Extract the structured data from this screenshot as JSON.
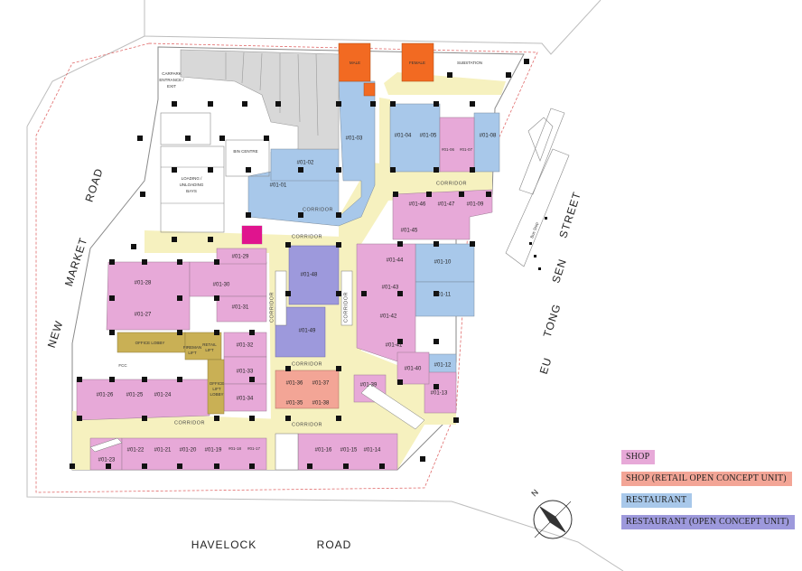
{
  "colors": {
    "shop": "#e7a9d8",
    "shop_open": "#f3a596",
    "restaurant": "#a8c8ea",
    "restaurant_open": "#9d99dc",
    "corridor": "#f6f1bf",
    "office": "#c9b055",
    "service_orange": "#f26a22",
    "accent_magenta": "#e0148e",
    "outline": "#b9b9b9",
    "text": "#222222"
  },
  "streets": {
    "new_market_road": [
      "NEW",
      "MARKET",
      "ROAD"
    ],
    "eu_tong_sen_street": [
      "EU",
      "TONG",
      "SEN",
      "STREET"
    ],
    "havelock_road": [
      "HAVELOCK",
      "ROAD"
    ]
  },
  "labels": {
    "carpark": [
      "CARPARK",
      "ENTRANCE /",
      "EXIT"
    ],
    "loading_bays": [
      "LOADING /",
      "UNLOADING",
      "BAYS"
    ],
    "bin_centre": "BIN CENTRE",
    "substation": "SUBSTATION",
    "male": "MALE",
    "female": "FEMALE",
    "office_lobby": "OFFICE LOBBY",
    "fireman_lift": [
      "FIREMAN",
      "LIFT"
    ],
    "retail_lift": [
      "RETAIL",
      "LIFT"
    ],
    "office_lift_lobby": [
      "OFFICE",
      "LIFT",
      "LOBBY"
    ],
    "fcc": "FCC",
    "corridor": "CORRIDOR",
    "bus_stop": "Bus Stop",
    "compass_north": "N"
  },
  "units": {
    "u01_01": "#01-01",
    "u01_02": "#01-02",
    "u01_03": "#01-03",
    "u01_04": "#01-04",
    "u01_05": "#01-05",
    "u01_06": "#01-06",
    "u01_07": "#01-07",
    "u01_08": "#01-08",
    "u01_09": "#01-09",
    "u01_10": "#01-10",
    "u01_11": "#01-11",
    "u01_12": "#01-12",
    "u01_13": "#01-13",
    "u01_14": "#01-14",
    "u01_15": "#01-15",
    "u01_16": "#01-16",
    "u01_17": "#01-17",
    "u01_18": "#01-18",
    "u01_19": "#01-19",
    "u01_20": "#01-20",
    "u01_21": "#01-21",
    "u01_22": "#01-22",
    "u01_23": "#01-23",
    "u01_24": "#01-24",
    "u01_25": "#01-25",
    "u01_26": "#01-26",
    "u01_27": "#01-27",
    "u01_28": "#01-28",
    "u01_29": "#01-29",
    "u01_30": "#01-30",
    "u01_31": "#01-31",
    "u01_32": "#01-32",
    "u01_33": "#01-33",
    "u01_34": "#01-34",
    "u01_35": "#01-35",
    "u01_36": "#01-36",
    "u01_37": "#01-37",
    "u01_38": "#01-38",
    "u01_39": "#01-39",
    "u01_40": "#01-40",
    "u01_41": "#01-41",
    "u01_42": "#01-42",
    "u01_43": "#01-43",
    "u01_44": "#01-44",
    "u01_45": "#01-45",
    "u01_46": "#01-46",
    "u01_47": "#01-47",
    "u01_48": "#01-48",
    "u01_49": "#01-49"
  },
  "legend": {
    "shop": "SHOP",
    "shop_open": "SHOP (RETAIL OPEN CONCEPT UNIT)",
    "restaurant": "RESTAURANT",
    "restaurant_open": "RESTAURANT (OPEN CONCEPT UNIT)"
  }
}
